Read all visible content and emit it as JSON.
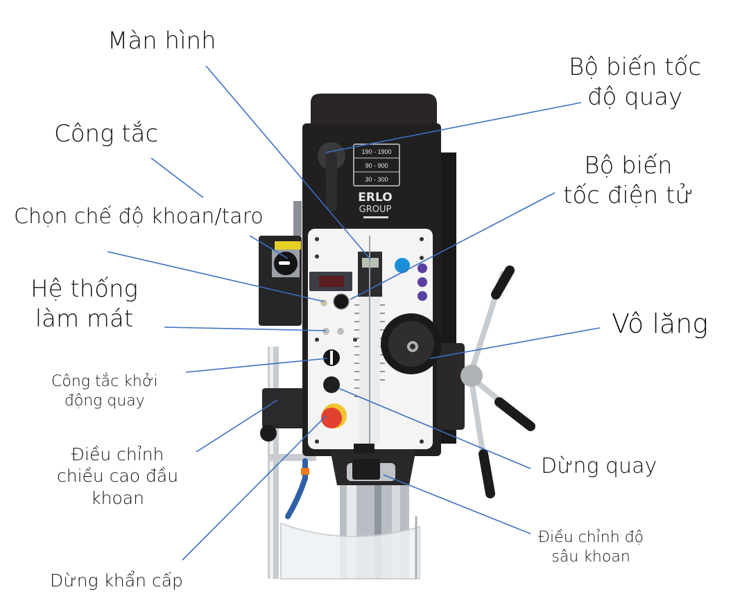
{
  "diagram": {
    "subject": "Drill press control panel",
    "brand": {
      "line1": "ERLO",
      "line2": "GROUP"
    },
    "speed_plate": [
      "190 - 1900",
      "90 - 900",
      "30 - 300"
    ],
    "leader_color": "#3a6fc4",
    "labels": {
      "man_hinh": "Màn hình",
      "bo_bien_toc_do_quay_1": "Bộ biến tốc",
      "bo_bien_toc_do_quay_2": "độ quay",
      "cong_tac": "Công tắc",
      "bo_bien_toc_dien_tu_1": "Bộ biến",
      "bo_bien_toc_dien_tu_2": "tốc điện tử",
      "chon_che_do": "Chọn chế độ khoan/taro",
      "he_thong_lam_mat_1": "Hệ thống",
      "he_thong_lam_mat_2": "làm mát",
      "vo_lang": "Vô lăng",
      "cong_tac_khoi_dong_1": "Công tắc khởi",
      "cong_tac_khoi_dong_2": "động quay",
      "dieu_chinh_chieu_cao_1": "Điều chỉnh",
      "dieu_chinh_chieu_cao_2": "chiều cao đầu",
      "dieu_chinh_chieu_cao_3": "khoan",
      "dung_quay": "Dừng quay",
      "dieu_chinh_do_sau_1": "Điều chỉnh độ",
      "dieu_chinh_do_sau_2": "sâu khoan",
      "dung_khan_cap": "Dừng khẩn cấp"
    }
  }
}
